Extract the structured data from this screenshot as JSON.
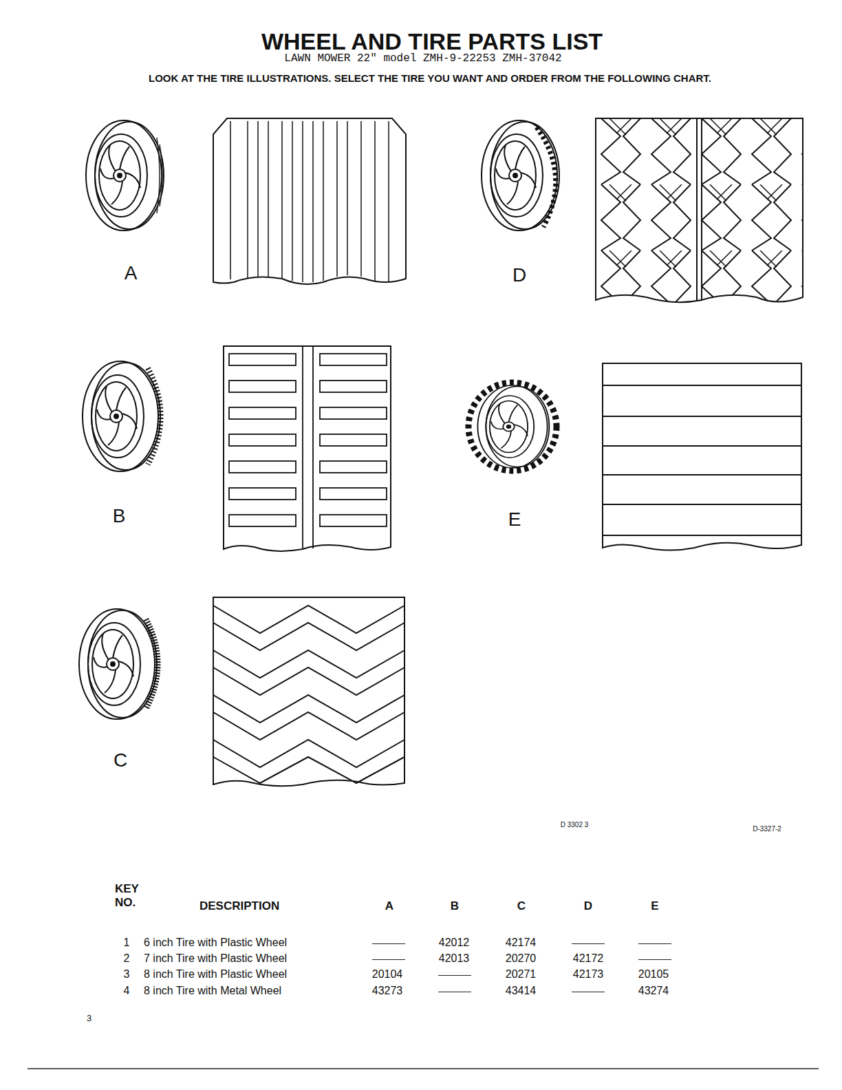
{
  "diagram": {
    "title": "WHEEL AND TIRE PARTS LIST",
    "labels": [
      "LAWN MOWER 22\" model ZMH-9-22253 ZMH-37042",
      "LOOK AT THE TIRE ILLUSTRATIONS. SELECT THE TIRE YOU WANT AND ORDER FROM THE FOLLOWING CHART.",
      "A",
      "D",
      "B",
      "E",
      "C",
      "D 3302 3",
      "D-3327-2",
      "KEY NO.",
      "DESCRIPTION",
      "A",
      "B",
      "C",
      "D",
      "E",
      "1",
      "6 inch Tire with Plastic Wheel",
      "42012",
      "42174",
      "2",
      "7 inch Tire with Plastic Wheel",
      "42013",
      "20270",
      "42172",
      "3",
      "8 inch Tire with Plastic Wheel",
      "20104",
      "20271",
      "42173",
      "20105",
      "4",
      "8 inch Tire with Metal Wheel",
      "43273",
      "43414",
      "43274",
      "3"
    ]
  }
}
